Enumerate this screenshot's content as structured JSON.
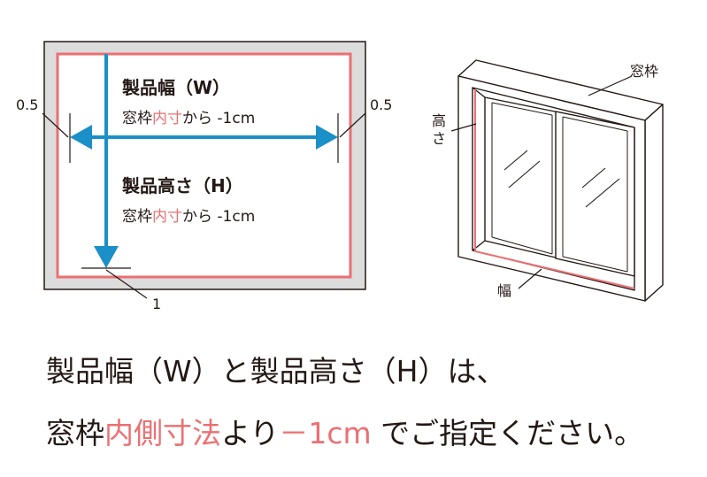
{
  "left_diagram": {
    "width_title": "製品幅（W）",
    "height_title": "製品高さ（H）",
    "sub_prefix": "窓枠",
    "sub_highlight": "内寸",
    "sub_suffix": "から -1cm",
    "margin_left": "0.5",
    "margin_right": "0.5",
    "margin_bottom": "1"
  },
  "right_diagram": {
    "label_frame": "窓枠",
    "label_height_1": "高",
    "label_height_2": "さ",
    "label_width": "幅"
  },
  "caption": {
    "line1": "製品幅（W）と製品高さ（H）は、",
    "line2_a": "窓枠",
    "line2_b": "内側寸法",
    "line2_c": "より",
    "line2_d": "－1cm",
    "line2_e": " でご指定ください。"
  },
  "colors": {
    "accent_red": "#ec6f72",
    "arrow_blue": "#1b8fc8",
    "frame_gray": "#dcdcdd",
    "ink": "#231815"
  }
}
